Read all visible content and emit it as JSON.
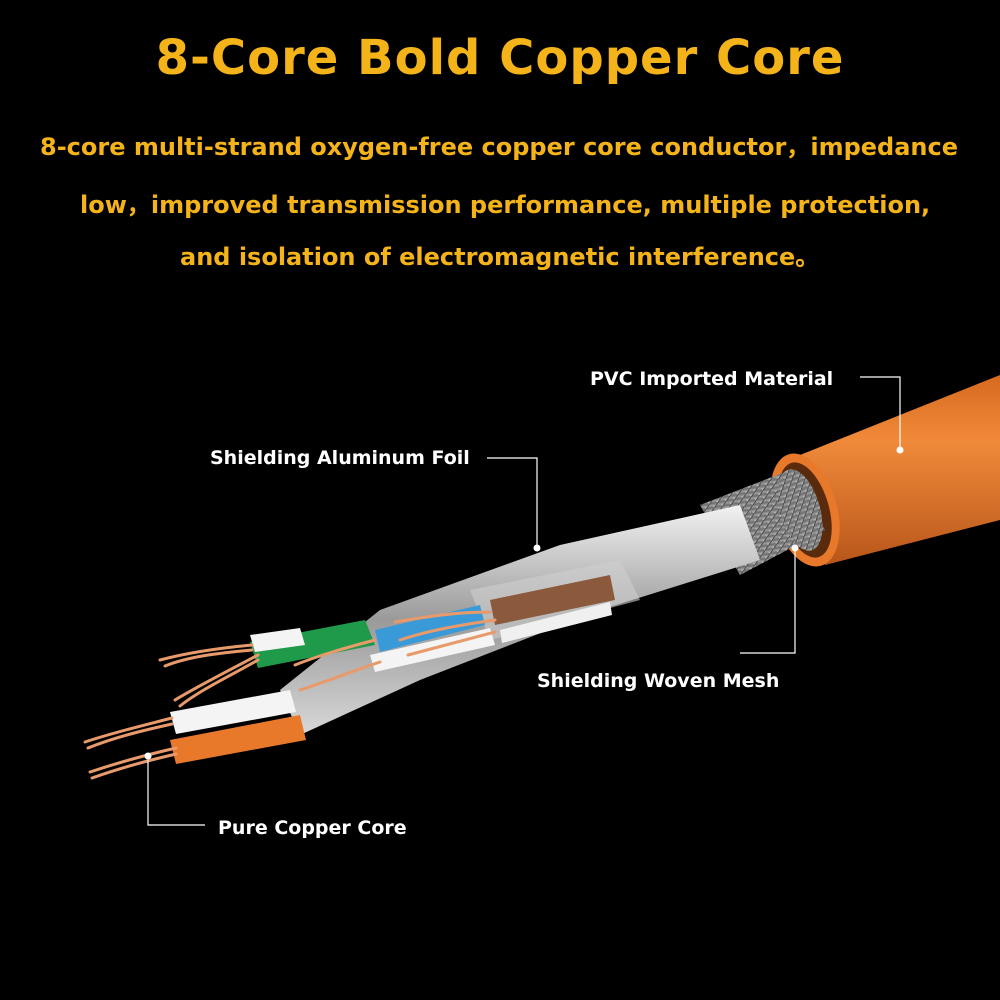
{
  "title": "8-Core Bold Copper Core",
  "description": {
    "line1": "8-core multi-strand oxygen-free copper core conductor，impedance",
    "line2": "low，improved transmission performance, multiple protection,",
    "line3": "and isolation of electromagnetic interference。"
  },
  "callouts": {
    "pvc": "PVC Imported Material",
    "foil": "Shielding Aluminum Foil",
    "mesh": "Shielding Woven Mesh",
    "copper": "Pure Copper Core"
  },
  "colors": {
    "background": "#000000",
    "accent": "#f5b31a",
    "jacket": "#e8782a",
    "copper": "#e89a6a"
  }
}
